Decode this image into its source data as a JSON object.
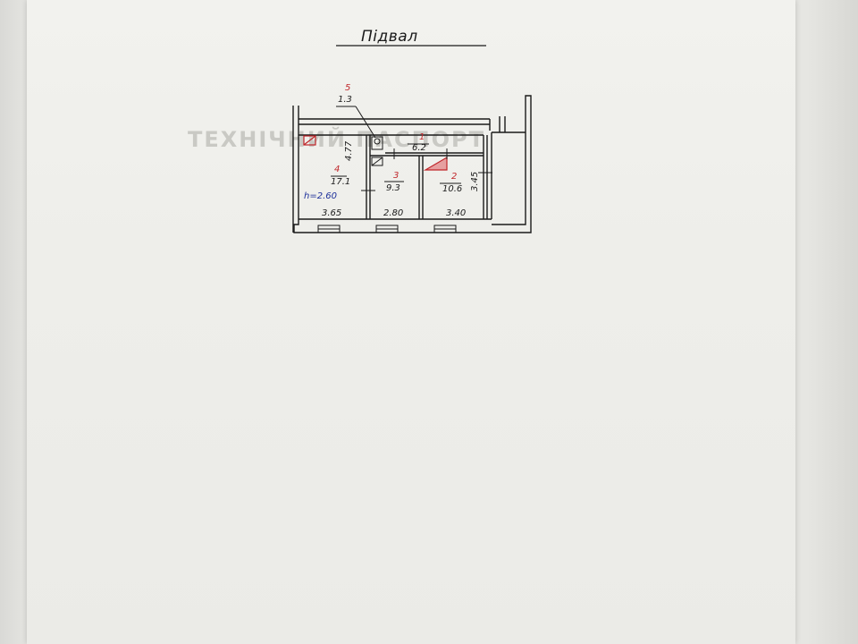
{
  "sheet": {
    "title": "Підвал",
    "show_through_text": "ТЕХНІЧНИЙ ПАСПОРТ"
  },
  "rooms": [
    {
      "num": "1",
      "area": "6.2"
    },
    {
      "num": "2",
      "area": "10.6"
    },
    {
      "num": "3",
      "area": "9.3"
    },
    {
      "num": "4",
      "area": "17.1"
    },
    {
      "num": "5",
      "area": "1.3"
    }
  ],
  "dimensions": {
    "w1": "3.65",
    "w2": "2.80",
    "w3": "3.40",
    "h_left": "4.77",
    "h_right": "3.45",
    "ceiling_height": "h=2.60"
  },
  "colors": {
    "ink": "#1a1a1a",
    "red_ink": "#c0262a",
    "blue_ink": "#1c2f9a",
    "paper": "#efefeb"
  }
}
